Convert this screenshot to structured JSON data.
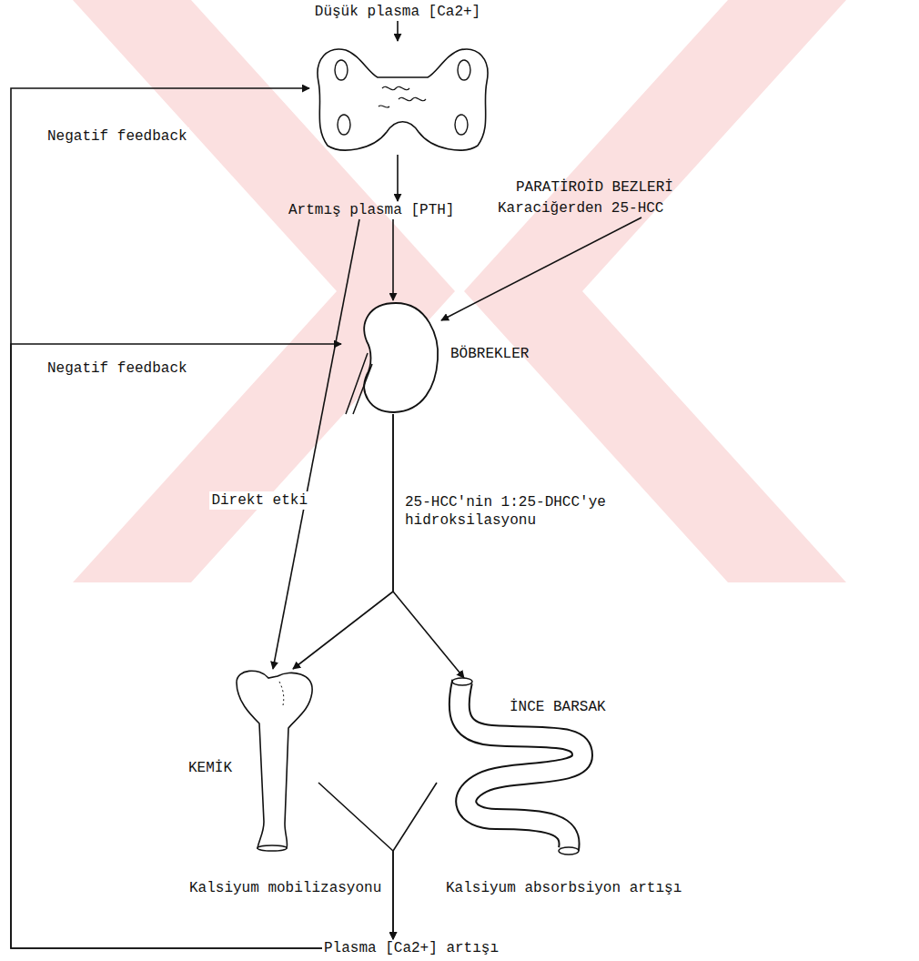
{
  "diagram": {
    "nodes": [
      {
        "text": [
          "Düşük plasma [Ca2+]"
        ]
      },
      {
        "text": [
          "PARATİROİD BEZLERİ"
        ]
      },
      {
        "text": [
          "Artmış plasma [PTH]"
        ]
      },
      {
        "text": [
          "Karaciğerden 25-HCC"
        ]
      },
      {
        "text": [
          "BÖBREKLER"
        ]
      },
      {
        "text": [
          "KEMİK"
        ]
      },
      {
        "text": [
          "İNCE BARSAK"
        ]
      },
      {
        "text": [
          "Plasma [Ca2+] artışı"
        ]
      }
    ],
    "edges": [
      {
        "from": 0,
        "to": 1,
        "arrow": "to"
      },
      {
        "from": 1,
        "to": 2,
        "arrow": "to"
      },
      {
        "from": 2,
        "to": 4,
        "arrow": "to"
      },
      {
        "from": 3,
        "to": 4,
        "arrow": "to"
      },
      {
        "from": 2,
        "to": 5,
        "label": "Direkt etki",
        "arrow": "to"
      },
      {
        "from": 4,
        "to": 5,
        "arrow": "to"
      },
      {
        "from": 4,
        "to": 6,
        "arrow": "to"
      },
      {
        "from": 5,
        "to": 7,
        "arrow": "to"
      },
      {
        "from": 6,
        "to": 7,
        "arrow": "to"
      },
      {
        "from": 7,
        "to": 1,
        "label": "Negatif feedback",
        "arrow": "to"
      },
      {
        "from": 7,
        "to": 4,
        "label": "Negatif feedback",
        "arrow": "to"
      }
    ],
    "labels": [
      "25-HCC'nin 1:25-DHCC'ye hidroksilasyonu",
      "Kalsiyum mobilizasyonu",
      "Kalsiyum absorbsiyon artışı"
    ]
  }
}
